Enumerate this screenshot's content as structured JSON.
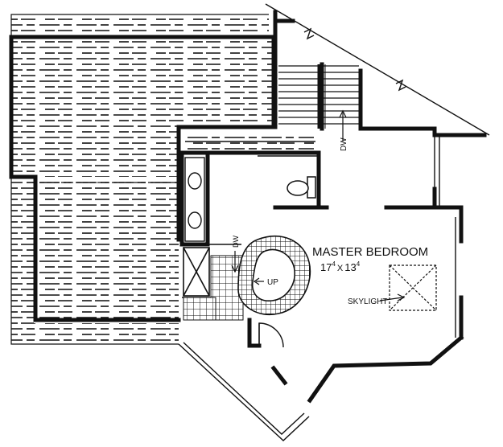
{
  "room": {
    "name": "MASTER BEDROOM",
    "dim_w": "17",
    "dim_w_sup": "4",
    "dim_sep": "X",
    "dim_h": "13",
    "dim_h_sup": "4"
  },
  "labels": {
    "skylight": "SKYLIGHT",
    "stair_down": "DW",
    "tub_down": "DW",
    "tub_up": "UP"
  },
  "colors": {
    "ink": "#111111",
    "paper": "#ffffff"
  }
}
